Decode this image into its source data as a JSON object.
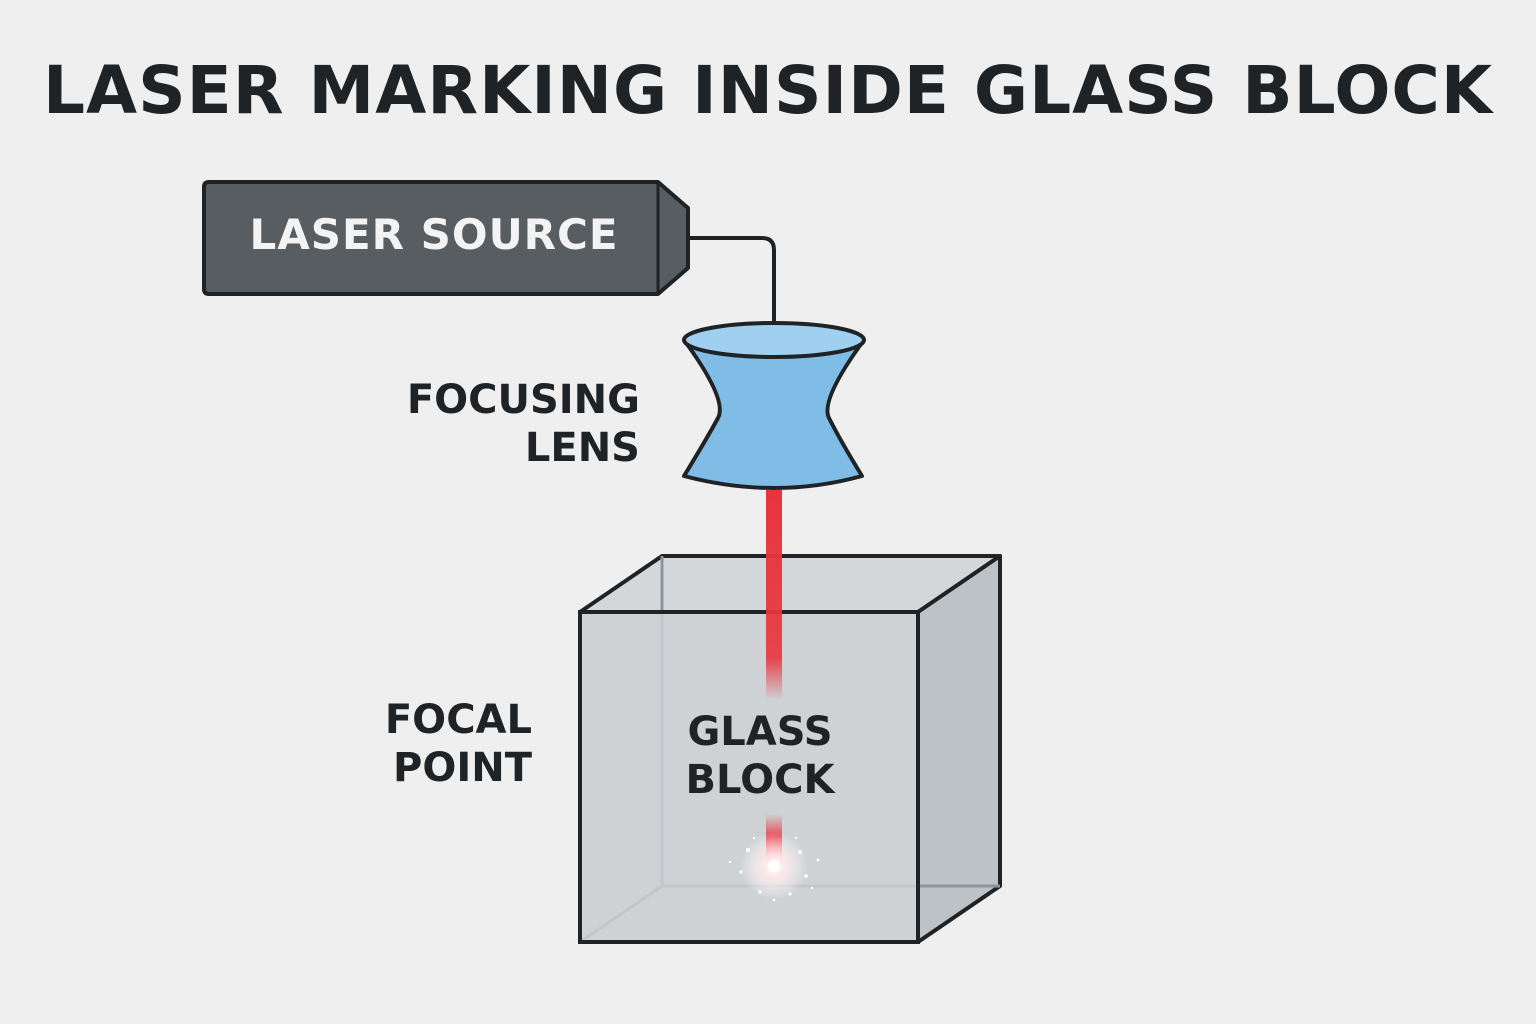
{
  "title": "LASER MARKING INSIDE GLASS BLOCK",
  "components": {
    "laser_source": {
      "label": "LASER SOURCE"
    },
    "focusing_lens": {
      "label_line1": "FOCUSING",
      "label_line2": "LENS"
    },
    "focal_point": {
      "label_line1": "FOCAL",
      "label_line2": "POINT"
    },
    "glass_block": {
      "label_line1": "GLASS",
      "label_line2": "BLOCK"
    }
  },
  "colors": {
    "background": "#efefef",
    "outline": "#1f2326",
    "laser_body": "#575d61",
    "lens_fill": "#7fbde6",
    "beam": "#e8343c",
    "glass_front": "#c9ced1",
    "glass_side": "#bcc2c6"
  }
}
